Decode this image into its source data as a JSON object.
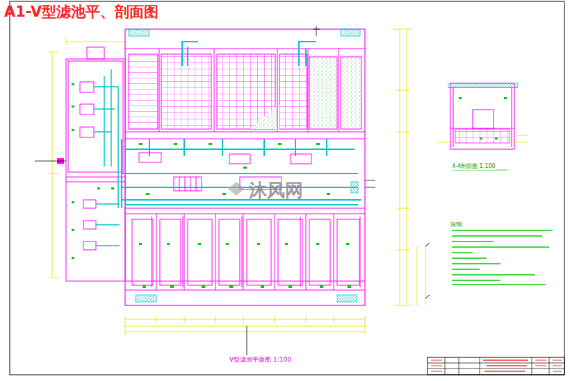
{
  "diagram": {
    "title": "A1-V型滤池平、剖面图",
    "labels": [
      "V型滤池平面图 1:100",
      "4-4剖面图 1:100",
      "说明:",
      "沐风网"
    ]
  }
}
